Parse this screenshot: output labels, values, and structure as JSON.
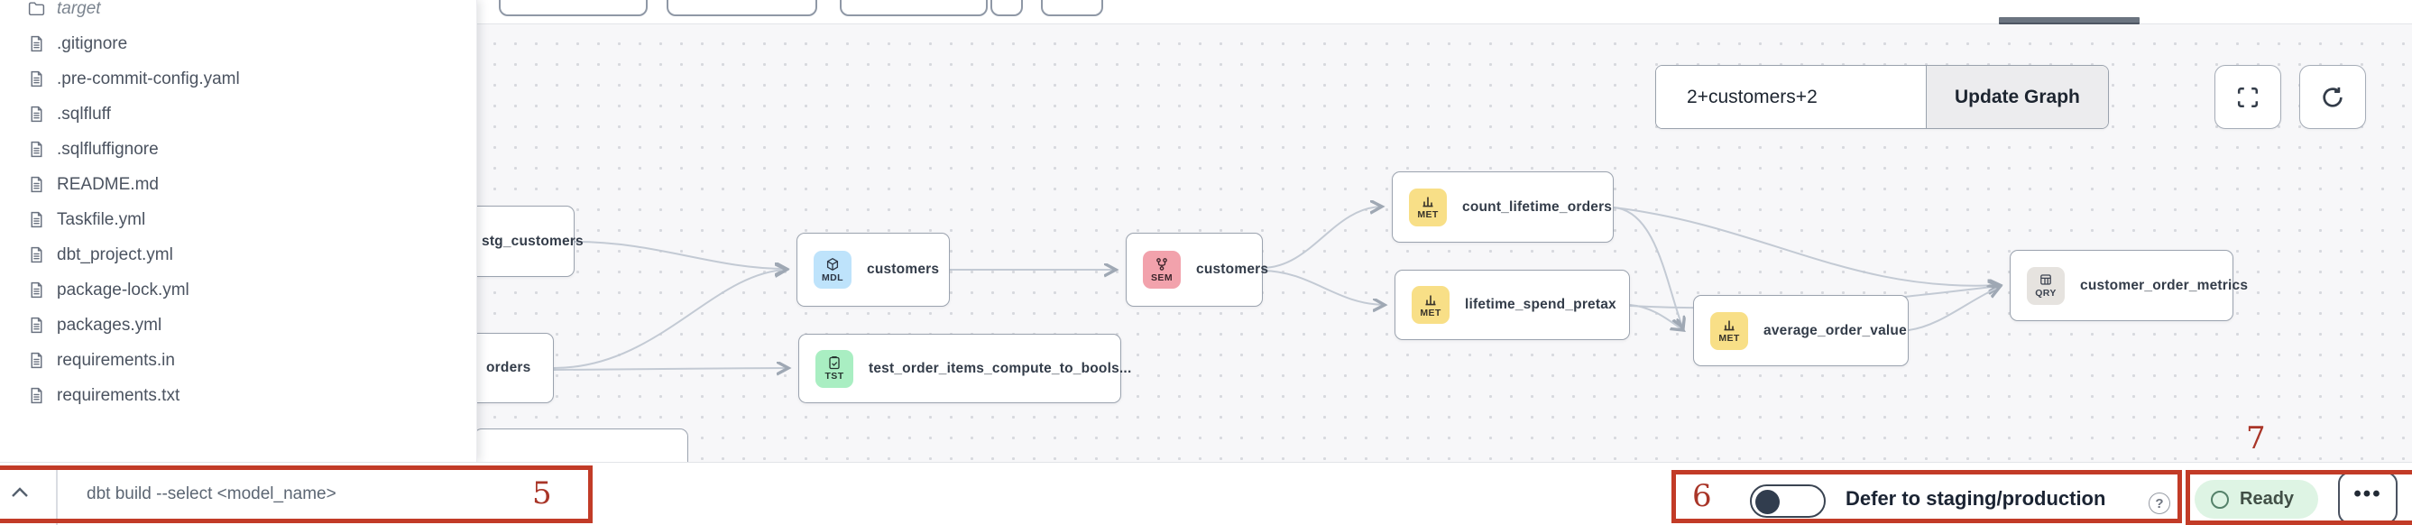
{
  "sidebar": {
    "files": [
      {
        "name": "target",
        "type": "folder"
      },
      {
        "name": ".gitignore",
        "type": "file"
      },
      {
        "name": ".pre-commit-config.yaml",
        "type": "file"
      },
      {
        "name": ".sqlfluff",
        "type": "file"
      },
      {
        "name": ".sqlfluffignore",
        "type": "file"
      },
      {
        "name": "README.md",
        "type": "file"
      },
      {
        "name": "Taskfile.yml",
        "type": "file"
      },
      {
        "name": "dbt_project.yml",
        "type": "file"
      },
      {
        "name": "package-lock.yml",
        "type": "file"
      },
      {
        "name": "packages.yml",
        "type": "file"
      },
      {
        "name": "requirements.in",
        "type": "file"
      },
      {
        "name": "requirements.txt",
        "type": "file"
      }
    ]
  },
  "graph": {
    "selector": {
      "value": "2+customers+2",
      "update_button": "Update Graph"
    },
    "nodes": [
      {
        "label": "stg_customers",
        "code": ""
      },
      {
        "label": "orders",
        "code": ""
      },
      {
        "label": "customers",
        "code": "MDL"
      },
      {
        "label": "test_order_items_compute_to_bools...",
        "code": "TST"
      },
      {
        "label": "customers",
        "code": "SEM"
      },
      {
        "label": "count_lifetime_orders",
        "code": "MET"
      },
      {
        "label": "lifetime_spend_pretax",
        "code": "MET"
      },
      {
        "label": "average_order_value",
        "code": "MET"
      },
      {
        "label": "customer_order_metrics",
        "code": "QRY"
      }
    ],
    "colors": {
      "model": "#bee3fb",
      "test": "#a9eec2",
      "semantic": "#f2a2ac",
      "metric": "#f8df87",
      "query": "#e6e3df",
      "edge": "#c3cad4"
    }
  },
  "bottom_bar": {
    "command_placeholder": "dbt build --select <model_name>",
    "defer_label": "Defer to staging/production",
    "status": "Ready",
    "more_label": "•••"
  },
  "annotations": {
    "box_color": "#c23b27",
    "labels": {
      "five": "5",
      "six": "6",
      "seven": "7"
    }
  }
}
